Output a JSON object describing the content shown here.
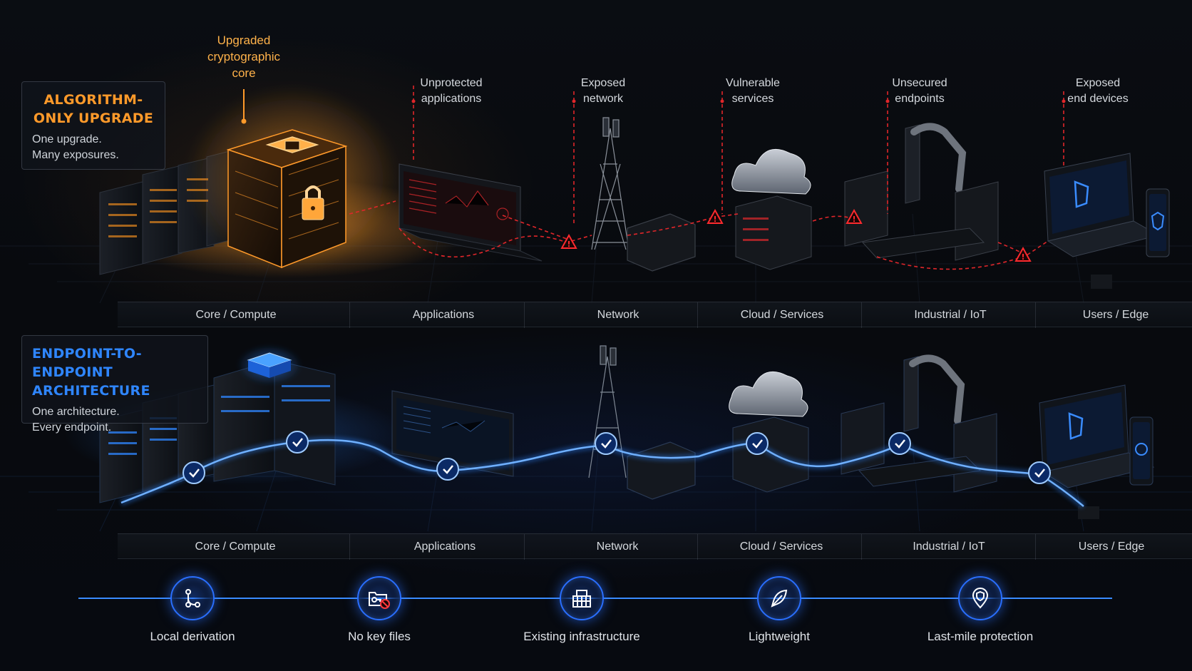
{
  "top": {
    "title": "ALGORITHM-ONLY UPGRADE",
    "subtitle_line1": "One upgrade.",
    "subtitle_line2": "Many exposures.",
    "core_label": [
      "Upgraded",
      "cryptographic",
      "core"
    ],
    "exposures": [
      {
        "lines": [
          "Unprotected",
          "applications"
        ]
      },
      {
        "lines": [
          "Exposed",
          "network"
        ]
      },
      {
        "lines": [
          "Vulnerable",
          "services"
        ]
      },
      {
        "lines": [
          "Unsecured",
          "endpoints"
        ]
      },
      {
        "lines": [
          "Exposed",
          "end devices"
        ]
      }
    ],
    "accent": "#ff9a2a",
    "warning": "#e0262a"
  },
  "bottom": {
    "title": "ENDPOINT-TO-ENDPOINT ARCHITECTURE",
    "subtitle_line1": "One architecture.",
    "subtitle_line2": "Every endpoint.",
    "accent": "#2f86ff"
  },
  "categories": [
    "Core / Compute",
    "Applications",
    "Network",
    "Cloud / Services",
    "Industrial / IoT",
    "Users / Edge"
  ],
  "features": [
    {
      "label": "Local derivation",
      "icon": "branch-icon"
    },
    {
      "label": "No key files",
      "icon": "no-key-file-icon"
    },
    {
      "label": "Existing infrastructure",
      "icon": "building-icon"
    },
    {
      "label": "Lightweight",
      "icon": "feather-icon"
    },
    {
      "label": "Last-mile protection",
      "icon": "location-shield-icon"
    }
  ]
}
